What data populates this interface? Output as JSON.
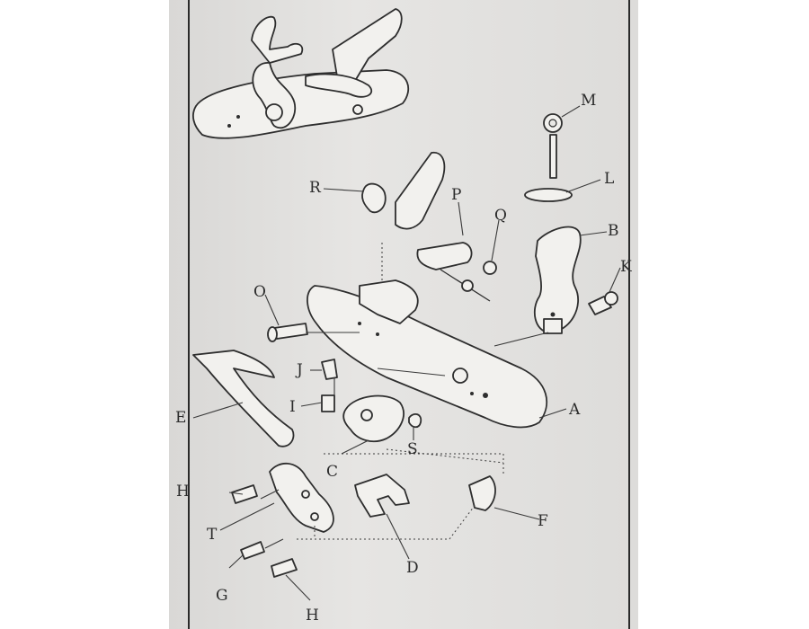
{
  "diagram": {
    "labels": {
      "A": "A",
      "B": "B",
      "C": "C",
      "D": "D",
      "E": "E",
      "F": "F",
      "G": "G",
      "H_top": "H",
      "H_bottom": "H",
      "I": "I",
      "J": "J",
      "K": "K",
      "L": "L",
      "M": "M",
      "O": "O",
      "P": "P",
      "Q": "Q",
      "R": "R",
      "S": "S",
      "T": "T"
    }
  }
}
